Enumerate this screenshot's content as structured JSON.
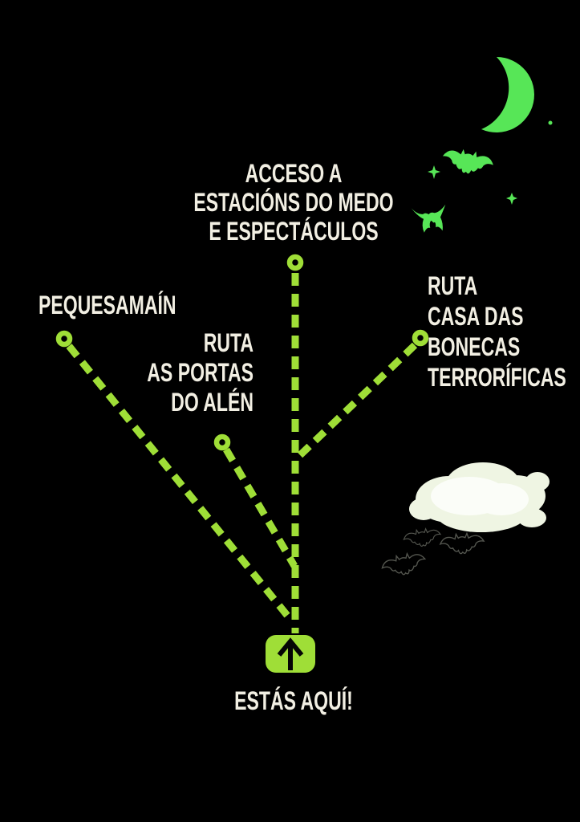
{
  "poster": {
    "background_color": "#000000",
    "route_color": "#9FDE37",
    "moon_color": "#57E657",
    "text_color": "#F2EFE3",
    "cloud_color": "#EFF5E3"
  },
  "labels": {
    "acceso": {
      "line1": "ACCESO A",
      "line2": "ESTACIÓNS DO MEDO",
      "line3": "E ESPECTÁCULOS"
    },
    "pequesamain": "PEQUESAMAÍN",
    "portas": {
      "line1": "RUTA",
      "line2": "AS PORTAS",
      "line3": "DO ALÉN"
    },
    "bonecas": {
      "line1": "RUTA",
      "line2": "CASA DAS",
      "line3": "BONECAS",
      "line4": "TERRORÍFICAS"
    },
    "you_are_here": "ESTÁS AQUÍ!"
  },
  "icons": {
    "moon": "crescent-moon",
    "bats": "bat-silhouettes",
    "sparkles": "four-point-stars",
    "cloud": "cloud",
    "destination_marker": "ring-marker",
    "you_are_here_marker": "up-arrow-button"
  }
}
